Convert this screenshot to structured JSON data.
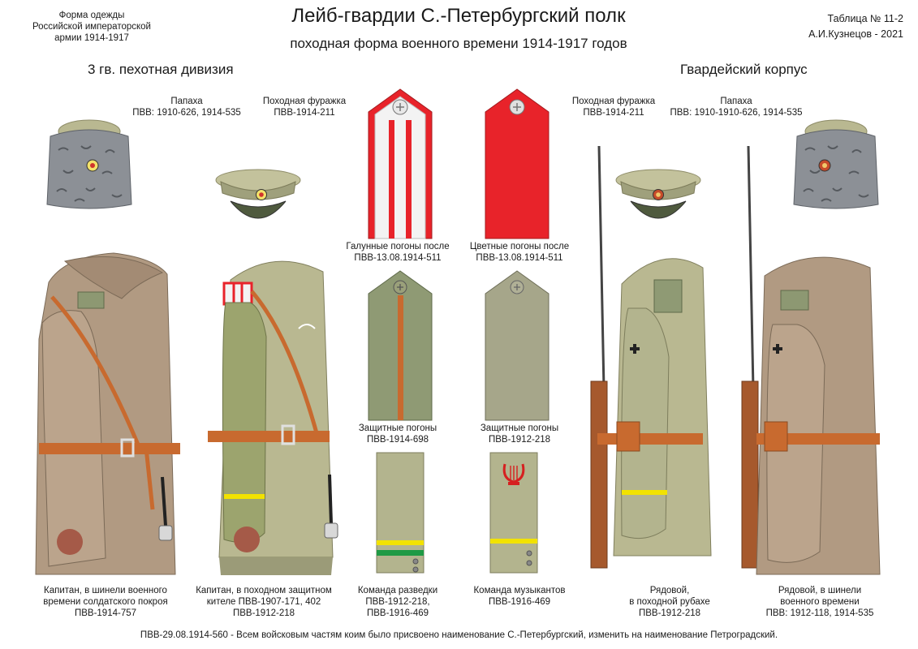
{
  "header": {
    "left_lines": [
      "Форма одежды",
      "Российской императорской",
      "армии  1914-1917"
    ],
    "title": "Лейб-гвардии С.-Петербургский полк",
    "subtitle": "походная форма военного времени 1914-1917 годов",
    "right_lines": [
      "Таблица № 11-2",
      "А.И.Кузнецов - 2021"
    ],
    "division": "3 гв. пехотная дивизия",
    "corps": "Гвардейский корпус"
  },
  "labels": {
    "papakha_left": [
      "Папаха",
      "ПВВ: 1910-626, 1914-535"
    ],
    "cap_left": [
      "Походная фуражка",
      "ПВВ-1914-211"
    ],
    "cap_right": [
      "Походная фуражка",
      "ПВВ-1914-211"
    ],
    "papakha_right": [
      "Папаха",
      "ПВВ: 1910-1910-626, 1914-535"
    ],
    "galloon_straps": [
      "Галунные погоны после",
      "ПВВ-13.08.1914-511"
    ],
    "color_straps": [
      "Цветные погоны после",
      "ПВВ-13.08.1914-511"
    ],
    "field_straps_1": [
      "Защитные погоны",
      "ПВВ-1914-698"
    ],
    "field_straps_2": [
      "Защитные  погоны",
      "ПВВ-1912-218"
    ]
  },
  "captions": [
    [
      "Капитан, в шинели военного",
      "времени солдатского покроя",
      "ПВВ-1914-757"
    ],
    [
      "Капитан, в походном защитном",
      "кителе ПВВ-1907-171, 402",
      "ПВВ-1912-218"
    ],
    [
      "Команда разведки",
      "ПВВ-1912-218,",
      "ПВВ-1916-469"
    ],
    [
      "Команда музыкантов",
      "ПВВ-1916-469"
    ],
    [
      "Рядовой,",
      "в походной рубахе",
      "ПВВ-1912-218"
    ],
    [
      "Рядовой, в шинели",
      "военного времени",
      "ПВВ: 1912-118, 1914-535"
    ]
  ],
  "footer": "ПВВ-29.08.1914-560 - Всем войсковым частям коим было присвоено наименование С.-Петербургский, изменить на наименование Петроградский.",
  "colors": {
    "khaki": "#b9b891",
    "greatcoat": "#b19a82",
    "leather": "#c86a2f",
    "regimental_red": "#e8232a",
    "papakha_grey": "#8c9096",
    "braid_yellow": "#f2e200",
    "braid_green": "#1f9a45"
  }
}
